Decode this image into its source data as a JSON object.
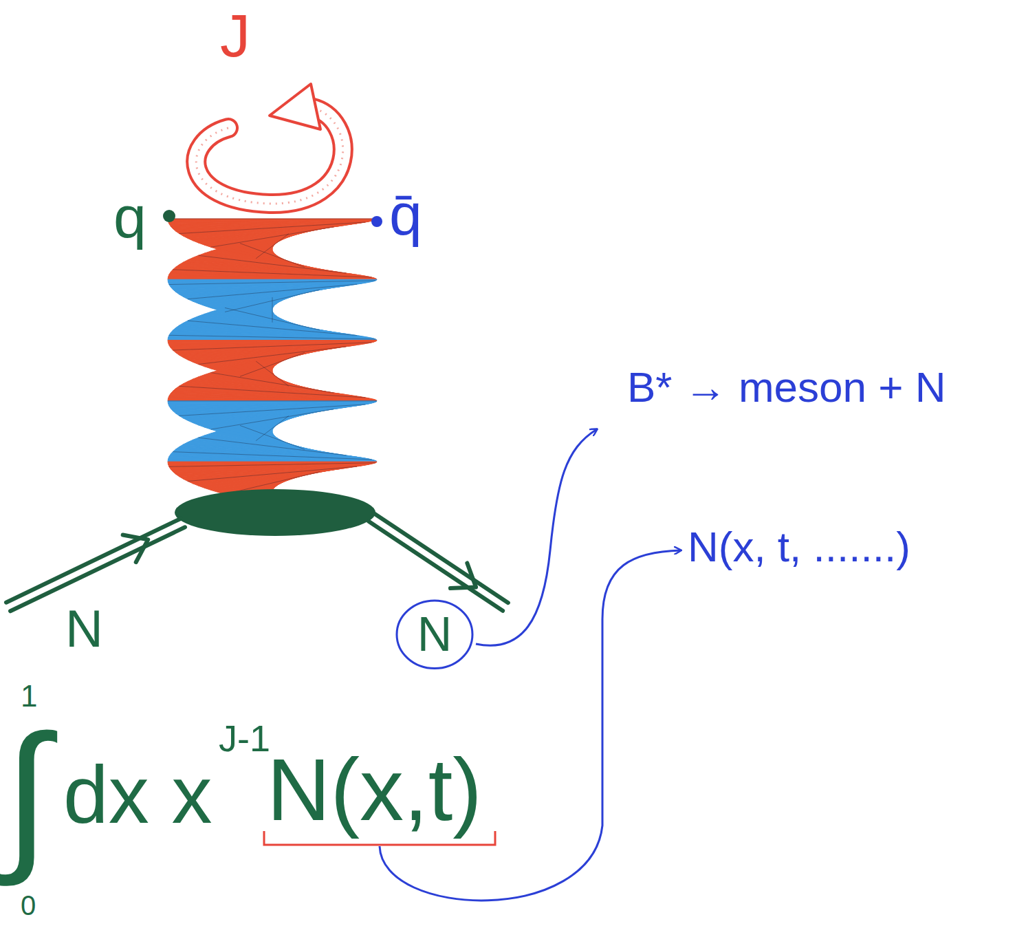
{
  "diagram": {
    "nodes": [
      {
        "text": [
          "N"
        ]
      }
    ],
    "labels": [
      "J",
      "q",
      "q̄",
      "B* → meson + N",
      "N(x, t, .......)",
      "N",
      "1",
      "∫",
      "0",
      "dx x",
      "J-1",
      "N(x,t)"
    ]
  }
}
